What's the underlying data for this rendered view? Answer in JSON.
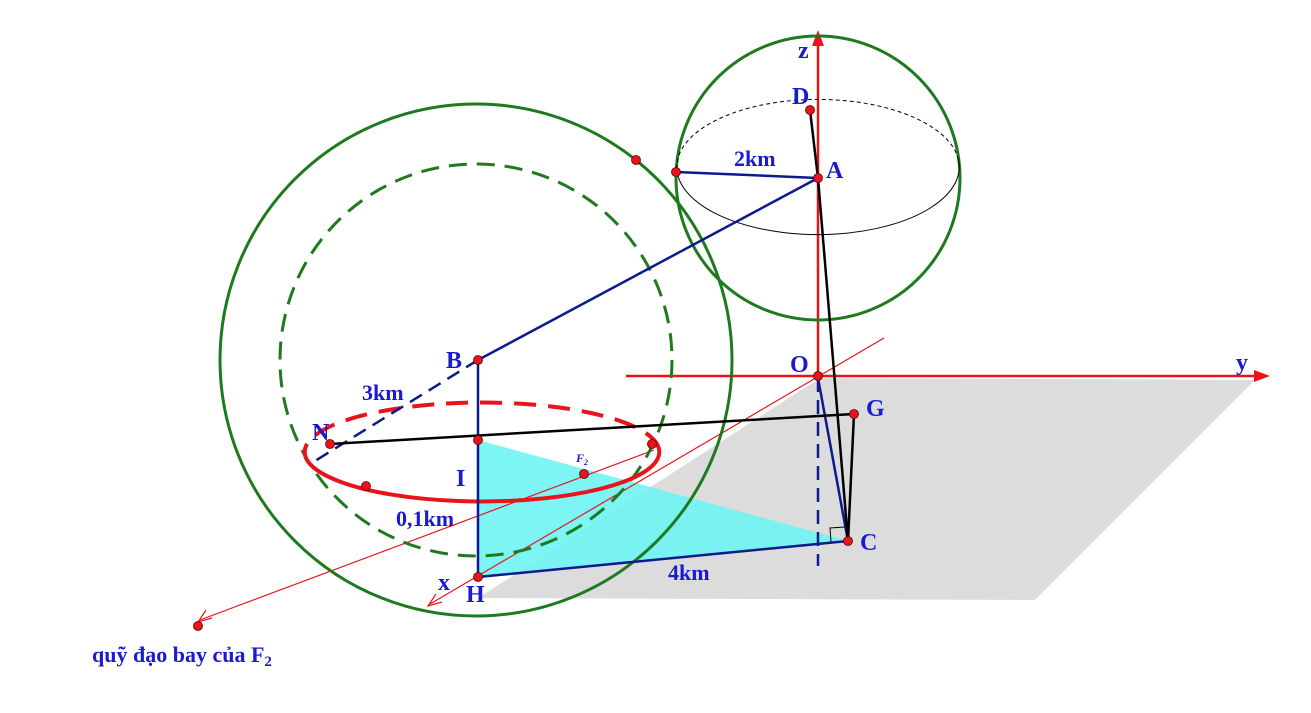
{
  "points": {
    "D": "D",
    "A": "A",
    "B": "B",
    "O": "O",
    "G": "G",
    "N": "N",
    "I": "I",
    "H": "H",
    "C": "C"
  },
  "axes": {
    "x": "x",
    "y": "y",
    "z": "z"
  },
  "distances": {
    "a_radius": "2km",
    "b_radius": "3km",
    "ih": "0,1km",
    "hc": "4km"
  },
  "flight_marker": "F",
  "flight_marker_sub": "2",
  "caption": {
    "text": "quỹ đạo bay của F",
    "sub": "2"
  },
  "colors": {
    "axis": "#e8141c",
    "sphere": "#1e7a1e",
    "segment_blue": "#0d1a8c",
    "segment_black": "#000000",
    "orbit": "#e8141c",
    "triangle_fill": "#6ff4f4",
    "plane_fill": "#dcdcdc",
    "label": "#1a1ad0",
    "point": "#e8141c"
  }
}
